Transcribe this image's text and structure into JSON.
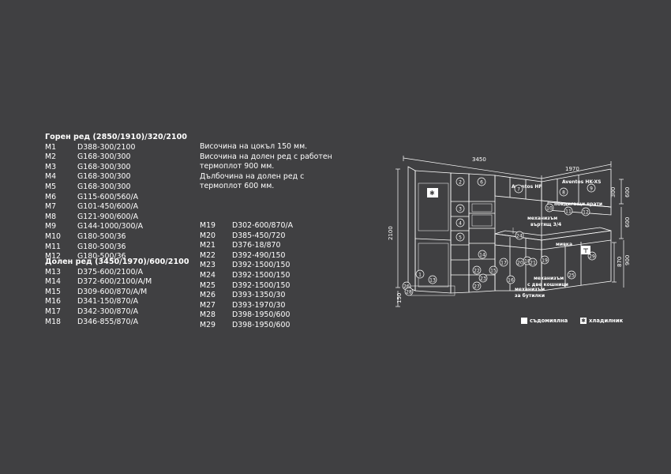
{
  "upper_heading": "Горен ред (2850/1910)/320/2100",
  "lower_heading": "Долен ред (3450/1970)/600/2100",
  "upper_items": [
    {
      "code": "M1",
      "spec": "D388-300/2100"
    },
    {
      "code": "M2",
      "spec": "G168-300/300"
    },
    {
      "code": "M3",
      "spec": "G168-300/300"
    },
    {
      "code": "M4",
      "spec": "G168-300/300"
    },
    {
      "code": "M5",
      "spec": "G168-300/300"
    },
    {
      "code": "M6",
      "spec": "G115-600/560/A"
    },
    {
      "code": "M7",
      "spec": "G101-450/600/A"
    },
    {
      "code": "M8",
      "spec": "G121-900/600/A"
    },
    {
      "code": "M9",
      "spec": "G144-1000/300/A"
    },
    {
      "code": "M10",
      "spec": "G180-500/36"
    },
    {
      "code": "M11",
      "spec": "G180-500/36"
    },
    {
      "code": "M12",
      "spec": "G180-500/36"
    }
  ],
  "lower_items": [
    {
      "code": "M13",
      "spec": "D375-600/2100/A"
    },
    {
      "code": "M14",
      "spec": "D372-600/2100/A/M"
    },
    {
      "code": "M15",
      "spec": "D309-600/870/A/M"
    },
    {
      "code": "M16",
      "spec": "D341-150/870/A"
    },
    {
      "code": "M17",
      "spec": "D342-300/870/A"
    },
    {
      "code": "M18",
      "spec": "D346-855/870/A"
    }
  ],
  "right_items": [
    {
      "code": "M19",
      "spec": "D302-600/870/A"
    },
    {
      "code": "M20",
      "spec": "D385-450/720"
    },
    {
      "code": "M21",
      "spec": "D376-18/870"
    },
    {
      "code": "M22",
      "spec": "D392-490/150"
    },
    {
      "code": "M23",
      "spec": "D392-1500/150"
    },
    {
      "code": "M24",
      "spec": "D392-1500/150"
    },
    {
      "code": "M25",
      "spec": "D392-1500/150"
    },
    {
      "code": "M26",
      "spec": "D393-1350/30"
    },
    {
      "code": "M27",
      "spec": "D393-1970/30"
    },
    {
      "code": "M28",
      "spec": "D398-1950/600"
    },
    {
      "code": "M29",
      "spec": "D398-1950/600"
    }
  ],
  "notes": [
    "Височина на цокъл 150 мм.",
    "Височина на долен ред с работен",
    "термоплот 900 мм.",
    "Дълбочина на долен ред с",
    "термоплот 600 мм."
  ],
  "drawing": {
    "dim_top_left": "3450",
    "dim_top_right": "1970",
    "dim_height": "2100",
    "dim_plinth": "150",
    "dim_r600a": "600",
    "dim_r300": "300",
    "dim_r600b": "600",
    "dim_r870": "870",
    "dim_r900": "900",
    "label_aventos_hf": "Aventos HF",
    "label_aventos_hk": "Aventos HK-XS",
    "label_lift_doors": "повдигащи врати",
    "label_mech_rotating_1": "механизъм",
    "label_mech_rotating_2": "въртящ 3/4",
    "label_sink": "мивка",
    "label_mech_baskets_1": "механизъм",
    "label_mech_baskets_2": "с две кошници",
    "label_mech_bottles_1": "механизъм",
    "label_mech_bottles_2": "за бутилки",
    "numbers": [
      "1",
      "2",
      "3",
      "4",
      "5",
      "6",
      "7",
      "8",
      "9",
      "10",
      "11",
      "12",
      "13",
      "14",
      "15",
      "16",
      "17",
      "18",
      "19",
      "20",
      "21",
      "22",
      "23",
      "24",
      "25",
      "26",
      "27",
      "28",
      "29"
    ]
  },
  "legend": {
    "dishwasher": "съдомиялна",
    "fridge": "хладилник"
  }
}
